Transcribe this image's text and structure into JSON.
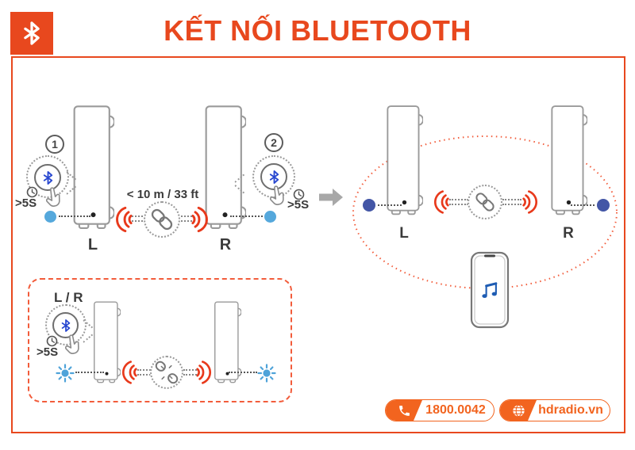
{
  "header": {
    "title": "KẾT NỐI BLUETOOTH",
    "logo_icon": "bluetooth-icon"
  },
  "panels": {
    "left": {
      "step1_number": "1",
      "step2_number": "2",
      "hold_duration": ">5S",
      "distance_label": "< 10 m / 33 ft",
      "speaker_left_label": "L",
      "speaker_right_label": "R",
      "icons": [
        "bluetooth-button",
        "clock-icon",
        "hand-pointer-icon",
        "chain-linked-icon",
        "sound-waves",
        "status-led-blue"
      ]
    },
    "right": {
      "speaker_left_label": "L",
      "speaker_right_label": "R",
      "icons": [
        "chain-linked-icon",
        "sound-waves",
        "status-led-indigo",
        "smartphone",
        "music-note-icon",
        "pairing-range-ellipse"
      ]
    },
    "reset_box": {
      "label": "L / R",
      "hold_duration": ">5S",
      "icons": [
        "bluetooth-button",
        "clock-icon",
        "hand-pointer-icon",
        "chain-broken-icon",
        "sound-waves",
        "blinking-led-burst"
      ]
    },
    "transition": {
      "icon": "arrow-right"
    }
  },
  "footer": {
    "phone": "1800.0042",
    "website": "hdradio.vn",
    "icons": [
      "phone-handset-icon",
      "globe-icon"
    ]
  },
  "colors": {
    "accent_orange": "#E8481E",
    "badge_orange": "#F2641F",
    "wave_red": "#E8391B",
    "salmon_dotted": "#F25C3B",
    "bluetooth_blue": "#2847D0",
    "led_light_blue": "#55A8DC",
    "led_indigo": "#4356A6",
    "burst_blue": "#4FA3D9",
    "note_blue": "#1E5CB3",
    "outline_gray": "#9A9A9A",
    "text_dark": "#3A3A3A"
  }
}
